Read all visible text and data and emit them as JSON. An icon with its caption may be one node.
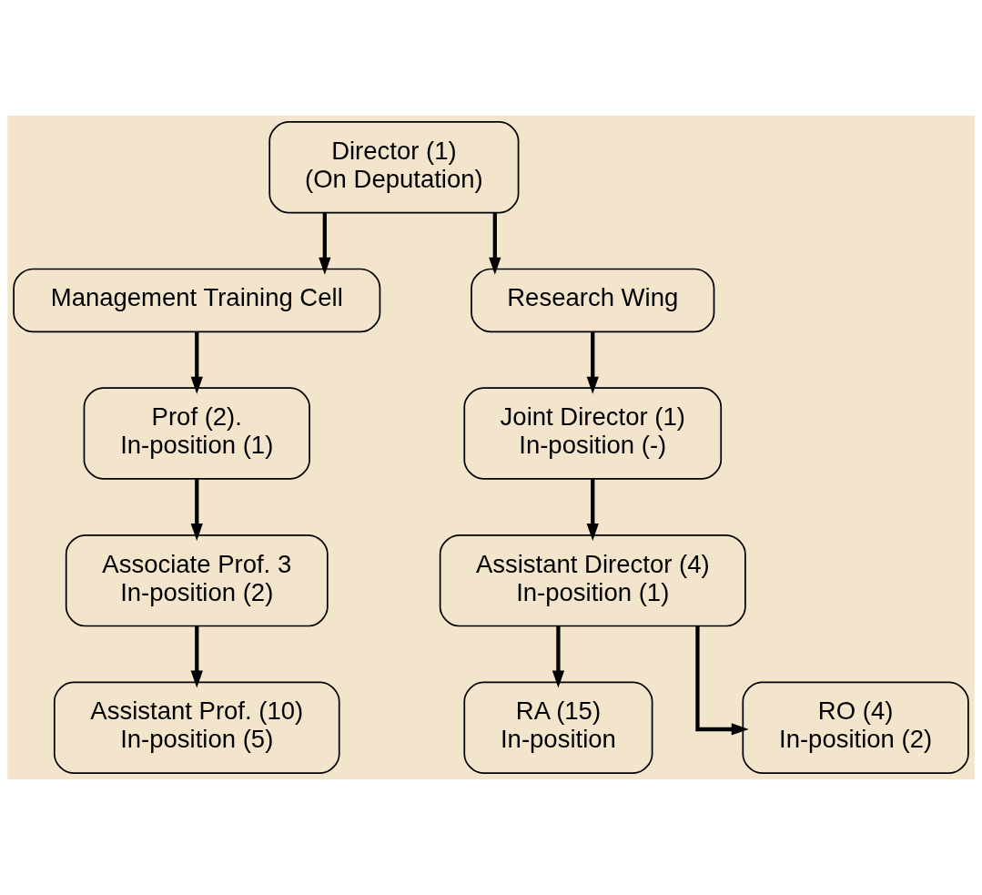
{
  "diagram": {
    "nodes": [
      {
        "text": [
          "Director (1)",
          "(On Deputation)"
        ]
      },
      {
        "text": [
          "Management Training Cell"
        ]
      },
      {
        "text": [
          "Research Wing"
        ]
      },
      {
        "text": [
          "Prof (2).",
          "In-position (1)"
        ]
      },
      {
        "text": [
          "Associate Prof. 3",
          "In-position (2)"
        ]
      },
      {
        "text": [
          "Assistant Prof. (10)",
          "In-position (5)"
        ]
      },
      {
        "text": [
          "Joint Director (1)",
          "In-position (-)"
        ]
      },
      {
        "text": [
          "Assistant Director (4)",
          "In-position (1)"
        ]
      },
      {
        "text": [
          "RA (15)",
          "In-position"
        ]
      },
      {
        "text": [
          "RO (4)",
          "In-position (2)"
        ]
      }
    ],
    "edges": [
      {
        "from": 0,
        "to": 1,
        "arrow": "to"
      },
      {
        "from": 0,
        "to": 2,
        "arrow": "to"
      },
      {
        "from": 1,
        "to": 3,
        "arrow": "to"
      },
      {
        "from": 3,
        "to": 4,
        "arrow": "to"
      },
      {
        "from": 4,
        "to": 5,
        "arrow": "to"
      },
      {
        "from": 2,
        "to": 6,
        "arrow": "to"
      },
      {
        "from": 6,
        "to": 7,
        "arrow": "to"
      },
      {
        "from": 7,
        "to": 8,
        "arrow": "to"
      },
      {
        "from": 7,
        "to": 9,
        "arrow": "to"
      }
    ]
  }
}
